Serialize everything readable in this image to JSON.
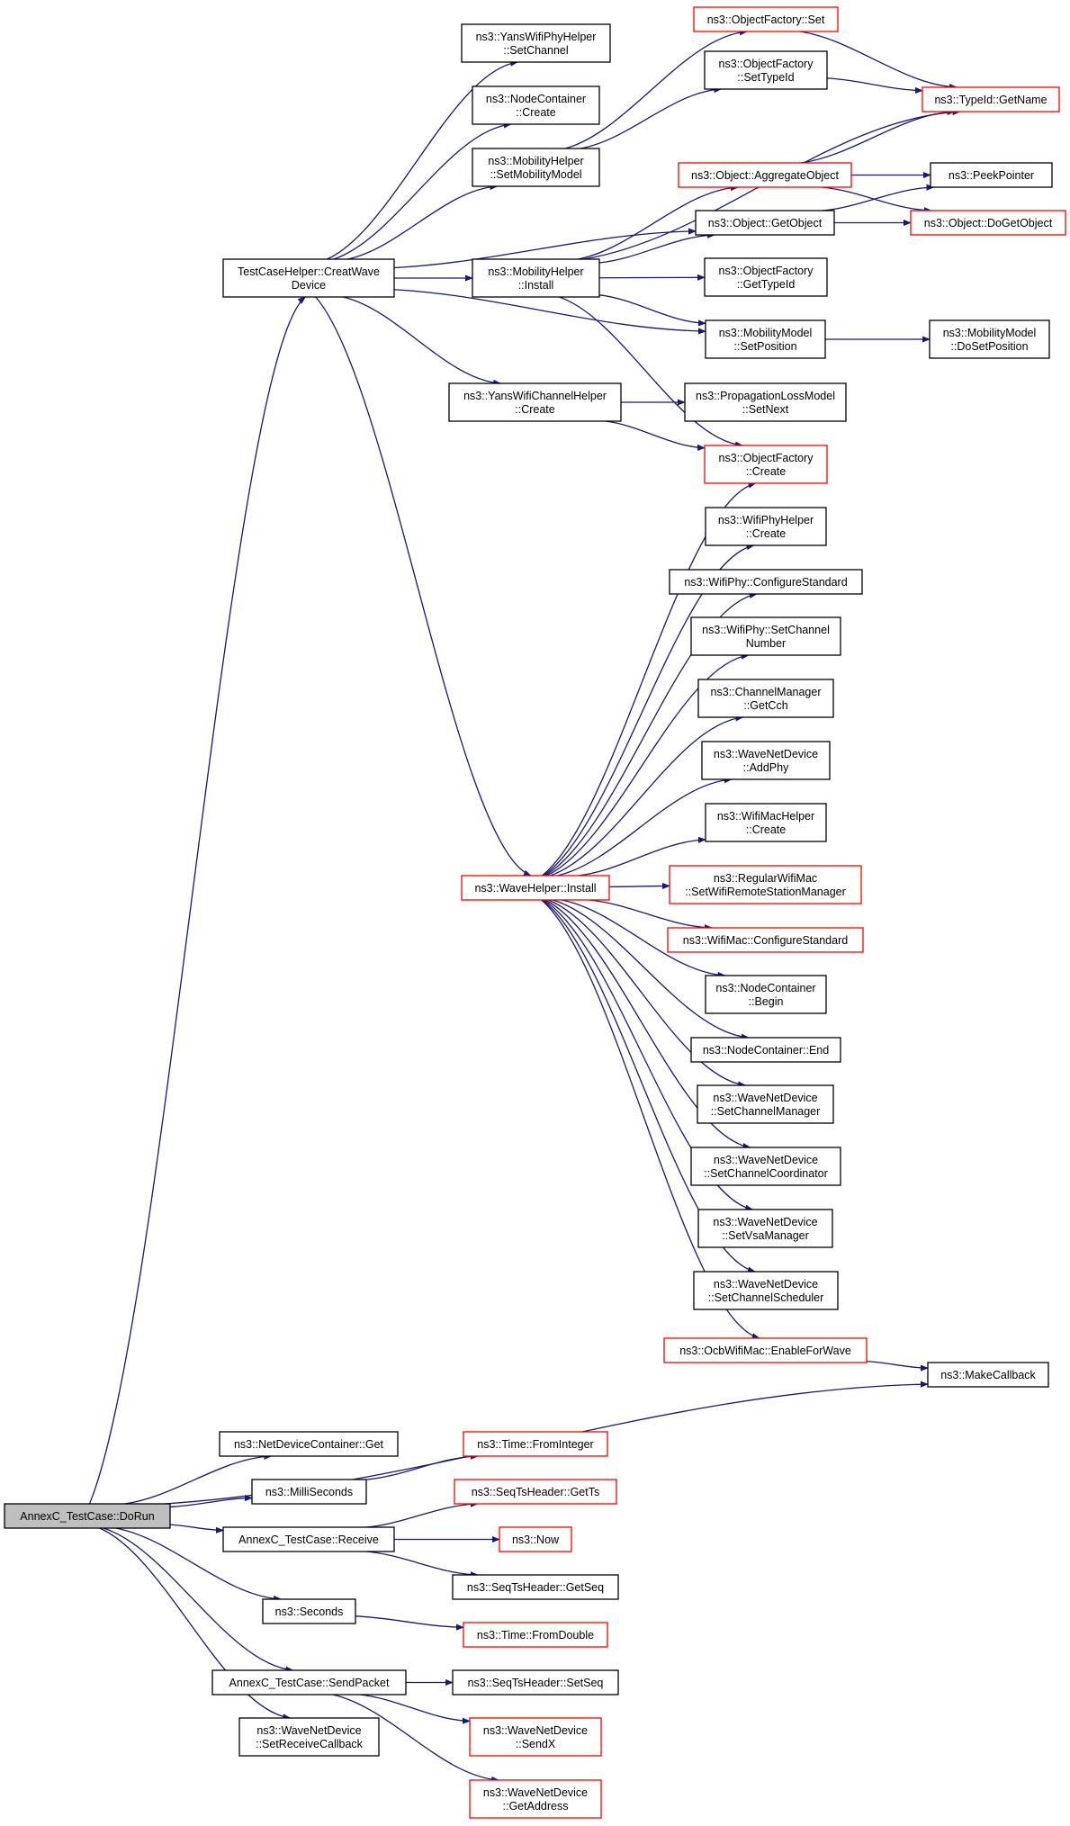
{
  "colors": {
    "edge": "#191970",
    "border_default": "#000000",
    "border_highlight": "#ff0000",
    "fill_default": "#ffffff",
    "fill_root": "#bfbfbf"
  },
  "nodes": {
    "doRun": {
      "lines": [
        "AnnexC_TestCase::DoRun"
      ],
      "style": "root"
    },
    "createWave": {
      "lines": [
        "TestCaseHelper::CreatWave",
        "Device"
      ],
      "style": "normal"
    },
    "yansPhySetChannel": {
      "lines": [
        "ns3::YansWifiPhyHelper",
        "::SetChannel"
      ],
      "style": "normal"
    },
    "nodeContainerCreate": {
      "lines": [
        "ns3::NodeContainer",
        "::Create"
      ],
      "style": "normal"
    },
    "mobilitySetModel": {
      "lines": [
        "ns3::MobilityHelper",
        "::SetMobilityModel"
      ],
      "style": "normal"
    },
    "mobilityInstall": {
      "lines": [
        "ns3::MobilityHelper",
        "::Install"
      ],
      "style": "normal"
    },
    "yansChannelCreate": {
      "lines": [
        "ns3::YansWifiChannelHelper",
        "::Create"
      ],
      "style": "normal"
    },
    "objFactorySet": {
      "lines": [
        "ns3::ObjectFactory::Set"
      ],
      "style": "highlight"
    },
    "objFactorySetTypeId": {
      "lines": [
        "ns3::ObjectFactory",
        "::SetTypeId"
      ],
      "style": "normal"
    },
    "typeIdGetName": {
      "lines": [
        "ns3::TypeId::GetName"
      ],
      "style": "highlight"
    },
    "aggregateObject": {
      "lines": [
        "ns3::Object::AggregateObject"
      ],
      "style": "highlight"
    },
    "peekPointer": {
      "lines": [
        "ns3::PeekPointer"
      ],
      "style": "normal"
    },
    "getObject": {
      "lines": [
        "ns3::Object::GetObject"
      ],
      "style": "normal"
    },
    "doGetObject": {
      "lines": [
        "ns3::Object::DoGetObject"
      ],
      "style": "highlight"
    },
    "objFactoryGetTypeId": {
      "lines": [
        "ns3::ObjectFactory",
        "::GetTypeId"
      ],
      "style": "normal"
    },
    "mobilityModelSetPosition": {
      "lines": [
        "ns3::MobilityModel",
        "::SetPosition"
      ],
      "style": "normal"
    },
    "mobilityModelDoSetPosition": {
      "lines": [
        "ns3::MobilityModel",
        "::DoSetPosition"
      ],
      "style": "normal"
    },
    "propLossSetNext": {
      "lines": [
        "ns3::PropagationLossModel",
        "::SetNext"
      ],
      "style": "normal"
    },
    "objFactoryCreate": {
      "lines": [
        "ns3::ObjectFactory",
        "::Create"
      ],
      "style": "highlight"
    },
    "waveHelperInstall": {
      "lines": [
        "ns3::WaveHelper::Install"
      ],
      "style": "highlight"
    },
    "wifiPhyHelperCreate": {
      "lines": [
        "ns3::WifiPhyHelper",
        "::Create"
      ],
      "style": "normal"
    },
    "wifiPhyConfigureStandard": {
      "lines": [
        "ns3::WifiPhy::ConfigureStandard"
      ],
      "style": "normal"
    },
    "wifiPhySetChannelNumber": {
      "lines": [
        "ns3::WifiPhy::SetChannel",
        "Number"
      ],
      "style": "normal"
    },
    "channelManagerGetCch": {
      "lines": [
        "ns3::ChannelManager",
        "::GetCch"
      ],
      "style": "normal"
    },
    "waveNetDeviceAddPhy": {
      "lines": [
        "ns3::WaveNetDevice",
        "::AddPhy"
      ],
      "style": "normal"
    },
    "wifiMacHelperCreate": {
      "lines": [
        "ns3::WifiMacHelper",
        "::Create"
      ],
      "style": "normal"
    },
    "regularWifiMacSetRsm": {
      "lines": [
        "ns3::RegularWifiMac",
        "::SetWifiRemoteStationManager"
      ],
      "style": "highlight"
    },
    "wifiMacConfigureStandard": {
      "lines": [
        "ns3::WifiMac::ConfigureStandard"
      ],
      "style": "highlight"
    },
    "nodeContainerBegin": {
      "lines": [
        "ns3::NodeContainer",
        "::Begin"
      ],
      "style": "normal"
    },
    "nodeContainerEnd": {
      "lines": [
        "ns3::NodeContainer::End"
      ],
      "style": "normal"
    },
    "wndSetChannelManager": {
      "lines": [
        "ns3::WaveNetDevice",
        "::SetChannelManager"
      ],
      "style": "normal"
    },
    "wndSetChannelCoordinator": {
      "lines": [
        "ns3::WaveNetDevice",
        "::SetChannelCoordinator"
      ],
      "style": "normal"
    },
    "wndSetVsaManager": {
      "lines": [
        "ns3::WaveNetDevice",
        "::SetVsaManager"
      ],
      "style": "normal"
    },
    "wndSetChannelScheduler": {
      "lines": [
        "ns3::WaveNetDevice",
        "::SetChannelScheduler"
      ],
      "style": "normal"
    },
    "ocbEnableForWave": {
      "lines": [
        "ns3::OcbWifiMac::EnableForWave"
      ],
      "style": "highlight"
    },
    "makeCallback": {
      "lines": [
        "ns3::MakeCallback"
      ],
      "style": "normal"
    },
    "netDeviceContainerGet": {
      "lines": [
        "ns3::NetDeviceContainer::Get"
      ],
      "style": "normal"
    },
    "milliSeconds": {
      "lines": [
        "ns3::MilliSeconds"
      ],
      "style": "normal"
    },
    "timeFromInteger": {
      "lines": [
        "ns3::Time::FromInteger"
      ],
      "style": "highlight"
    },
    "seqTsGetTs": {
      "lines": [
        "ns3::SeqTsHeader::GetTs"
      ],
      "style": "highlight"
    },
    "receive": {
      "lines": [
        "AnnexC_TestCase::Receive"
      ],
      "style": "normal"
    },
    "now": {
      "lines": [
        "ns3::Now"
      ],
      "style": "highlight"
    },
    "seqTsGetSeq": {
      "lines": [
        "ns3::SeqTsHeader::GetSeq"
      ],
      "style": "normal"
    },
    "seconds": {
      "lines": [
        "ns3::Seconds"
      ],
      "style": "normal"
    },
    "timeFromDouble": {
      "lines": [
        "ns3::Time::FromDouble"
      ],
      "style": "highlight"
    },
    "sendPacket": {
      "lines": [
        "AnnexC_TestCase::SendPacket"
      ],
      "style": "normal"
    },
    "seqTsSetSeq": {
      "lines": [
        "ns3::SeqTsHeader::SetSeq"
      ],
      "style": "normal"
    },
    "wndSendX": {
      "lines": [
        "ns3::WaveNetDevice",
        "::SendX"
      ],
      "style": "highlight"
    },
    "wndSetReceiveCallback": {
      "lines": [
        "ns3::WaveNetDevice",
        "::SetReceiveCallback"
      ],
      "style": "normal"
    },
    "wndGetAddress": {
      "lines": [
        "ns3::WaveNetDevice",
        "::GetAddress"
      ],
      "style": "highlight"
    }
  },
  "edges": [
    [
      "doRun",
      "createWave"
    ],
    [
      "doRun",
      "makeCallback"
    ],
    [
      "doRun",
      "netDeviceContainerGet"
    ],
    [
      "doRun",
      "milliSeconds"
    ],
    [
      "doRun",
      "receive"
    ],
    [
      "doRun",
      "seconds"
    ],
    [
      "doRun",
      "sendPacket"
    ],
    [
      "doRun",
      "wndSetReceiveCallback"
    ],
    [
      "createWave",
      "yansPhySetChannel"
    ],
    [
      "createWave",
      "nodeContainerCreate"
    ],
    [
      "createWave",
      "mobilitySetModel"
    ],
    [
      "createWave",
      "mobilityInstall"
    ],
    [
      "createWave",
      "getObject"
    ],
    [
      "createWave",
      "mobilityModelSetPosition"
    ],
    [
      "createWave",
      "yansChannelCreate"
    ],
    [
      "createWave",
      "waveHelperInstall"
    ],
    [
      "mobilitySetModel",
      "objFactorySet"
    ],
    [
      "mobilitySetModel",
      "objFactorySetTypeId"
    ],
    [
      "objFactorySet",
      "typeIdGetName"
    ],
    [
      "objFactorySetTypeId",
      "typeIdGetName"
    ],
    [
      "mobilityInstall",
      "typeIdGetName"
    ],
    [
      "mobilityInstall",
      "aggregateObject"
    ],
    [
      "mobilityInstall",
      "getObject"
    ],
    [
      "mobilityInstall",
      "objFactoryGetTypeId"
    ],
    [
      "mobilityInstall",
      "mobilityModelSetPosition"
    ],
    [
      "mobilityInstall",
      "objFactoryCreate"
    ],
    [
      "aggregateObject",
      "typeIdGetName"
    ],
    [
      "aggregateObject",
      "peekPointer"
    ],
    [
      "aggregateObject",
      "doGetObject"
    ],
    [
      "getObject",
      "peekPointer"
    ],
    [
      "getObject",
      "doGetObject"
    ],
    [
      "mobilityModelSetPosition",
      "mobilityModelDoSetPosition"
    ],
    [
      "yansChannelCreate",
      "propLossSetNext"
    ],
    [
      "yansChannelCreate",
      "objFactoryCreate"
    ],
    [
      "waveHelperInstall",
      "objFactoryCreate"
    ],
    [
      "waveHelperInstall",
      "wifiPhyHelperCreate"
    ],
    [
      "waveHelperInstall",
      "wifiPhyConfigureStandard"
    ],
    [
      "waveHelperInstall",
      "wifiPhySetChannelNumber"
    ],
    [
      "waveHelperInstall",
      "channelManagerGetCch"
    ],
    [
      "waveHelperInstall",
      "waveNetDeviceAddPhy"
    ],
    [
      "waveHelperInstall",
      "wifiMacHelperCreate"
    ],
    [
      "waveHelperInstall",
      "regularWifiMacSetRsm"
    ],
    [
      "waveHelperInstall",
      "wifiMacConfigureStandard"
    ],
    [
      "waveHelperInstall",
      "nodeContainerBegin"
    ],
    [
      "waveHelperInstall",
      "nodeContainerEnd"
    ],
    [
      "waveHelperInstall",
      "wndSetChannelManager"
    ],
    [
      "waveHelperInstall",
      "wndSetChannelCoordinator"
    ],
    [
      "waveHelperInstall",
      "wndSetVsaManager"
    ],
    [
      "waveHelperInstall",
      "wndSetChannelScheduler"
    ],
    [
      "waveHelperInstall",
      "ocbEnableForWave"
    ],
    [
      "ocbEnableForWave",
      "makeCallback"
    ],
    [
      "milliSeconds",
      "timeFromInteger"
    ],
    [
      "receive",
      "seqTsGetTs"
    ],
    [
      "receive",
      "now"
    ],
    [
      "receive",
      "seqTsGetSeq"
    ],
    [
      "seconds",
      "timeFromDouble"
    ],
    [
      "sendPacket",
      "seqTsSetSeq"
    ],
    [
      "sendPacket",
      "wndSendX"
    ],
    [
      "sendPacket",
      "wndGetAddress"
    ]
  ]
}
